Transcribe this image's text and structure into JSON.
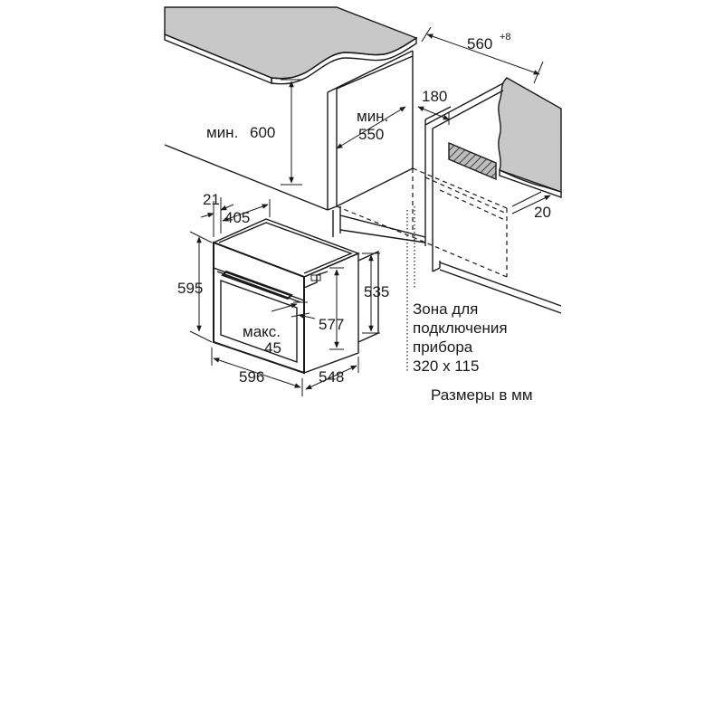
{
  "diagram": {
    "dims": {
      "worktop_depth": "560",
      "worktop_depth_tolerance": "+8",
      "niche_height_prefix": "мин.",
      "niche_height_value": "600",
      "niche_depth_prefix": "мин.",
      "niche_depth_value": "550",
      "rear_gap": "180",
      "front_offset": "20",
      "frame_thickness": "21",
      "door_depth": "405",
      "oven_height": "595",
      "body_height": "535",
      "inner_height": "577",
      "handle_max_prefix": "макс.",
      "handle_max_value": "45",
      "oven_width": "596",
      "oven_depth": "548"
    },
    "connection_zone": {
      "line1": "Зона для",
      "line2": "подключения",
      "line3": "прибора",
      "line4": "320 x 115"
    },
    "units_note": "Размеры в мм"
  }
}
